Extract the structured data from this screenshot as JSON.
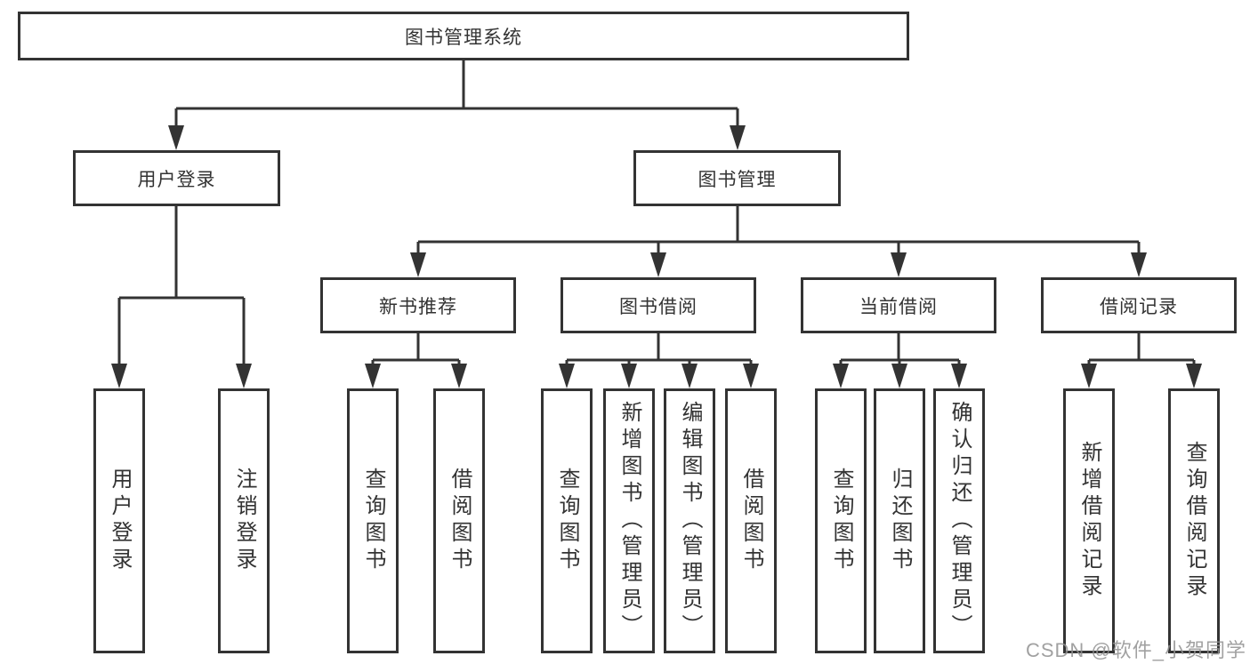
{
  "page": {
    "background": "#ffffff"
  },
  "colors": {
    "stroke": "#333333",
    "text": "#333333",
    "watermark": "#919191",
    "box_fill": "#ffffff"
  },
  "watermark": {
    "text": "CSDN @软件_小贺同学"
  },
  "diagram": {
    "type": "tree",
    "root": {
      "label": "图书管理系统"
    },
    "branches": [
      {
        "label": "用户登录",
        "children": [
          {
            "label": "用户登录"
          },
          {
            "label": "注销登录"
          }
        ]
      },
      {
        "label": "图书管理",
        "children": [
          {
            "label": "新书推荐",
            "children": [
              {
                "label": "查询图书"
              },
              {
                "label": "借阅图书"
              }
            ]
          },
          {
            "label": "图书借阅",
            "children": [
              {
                "label": "查询图书"
              },
              {
                "label": "新增图书（管理员）"
              },
              {
                "label": "编辑图书（管理员）"
              },
              {
                "label": "借阅图书"
              }
            ]
          },
          {
            "label": "当前借阅",
            "children": [
              {
                "label": "查询图书"
              },
              {
                "label": "归还图书"
              },
              {
                "label": "确认归还（管理员）"
              }
            ]
          },
          {
            "label": "借阅记录",
            "children": [
              {
                "label": "新增借阅记录"
              },
              {
                "label": "查询借阅记录"
              }
            ]
          }
        ]
      }
    ]
  }
}
